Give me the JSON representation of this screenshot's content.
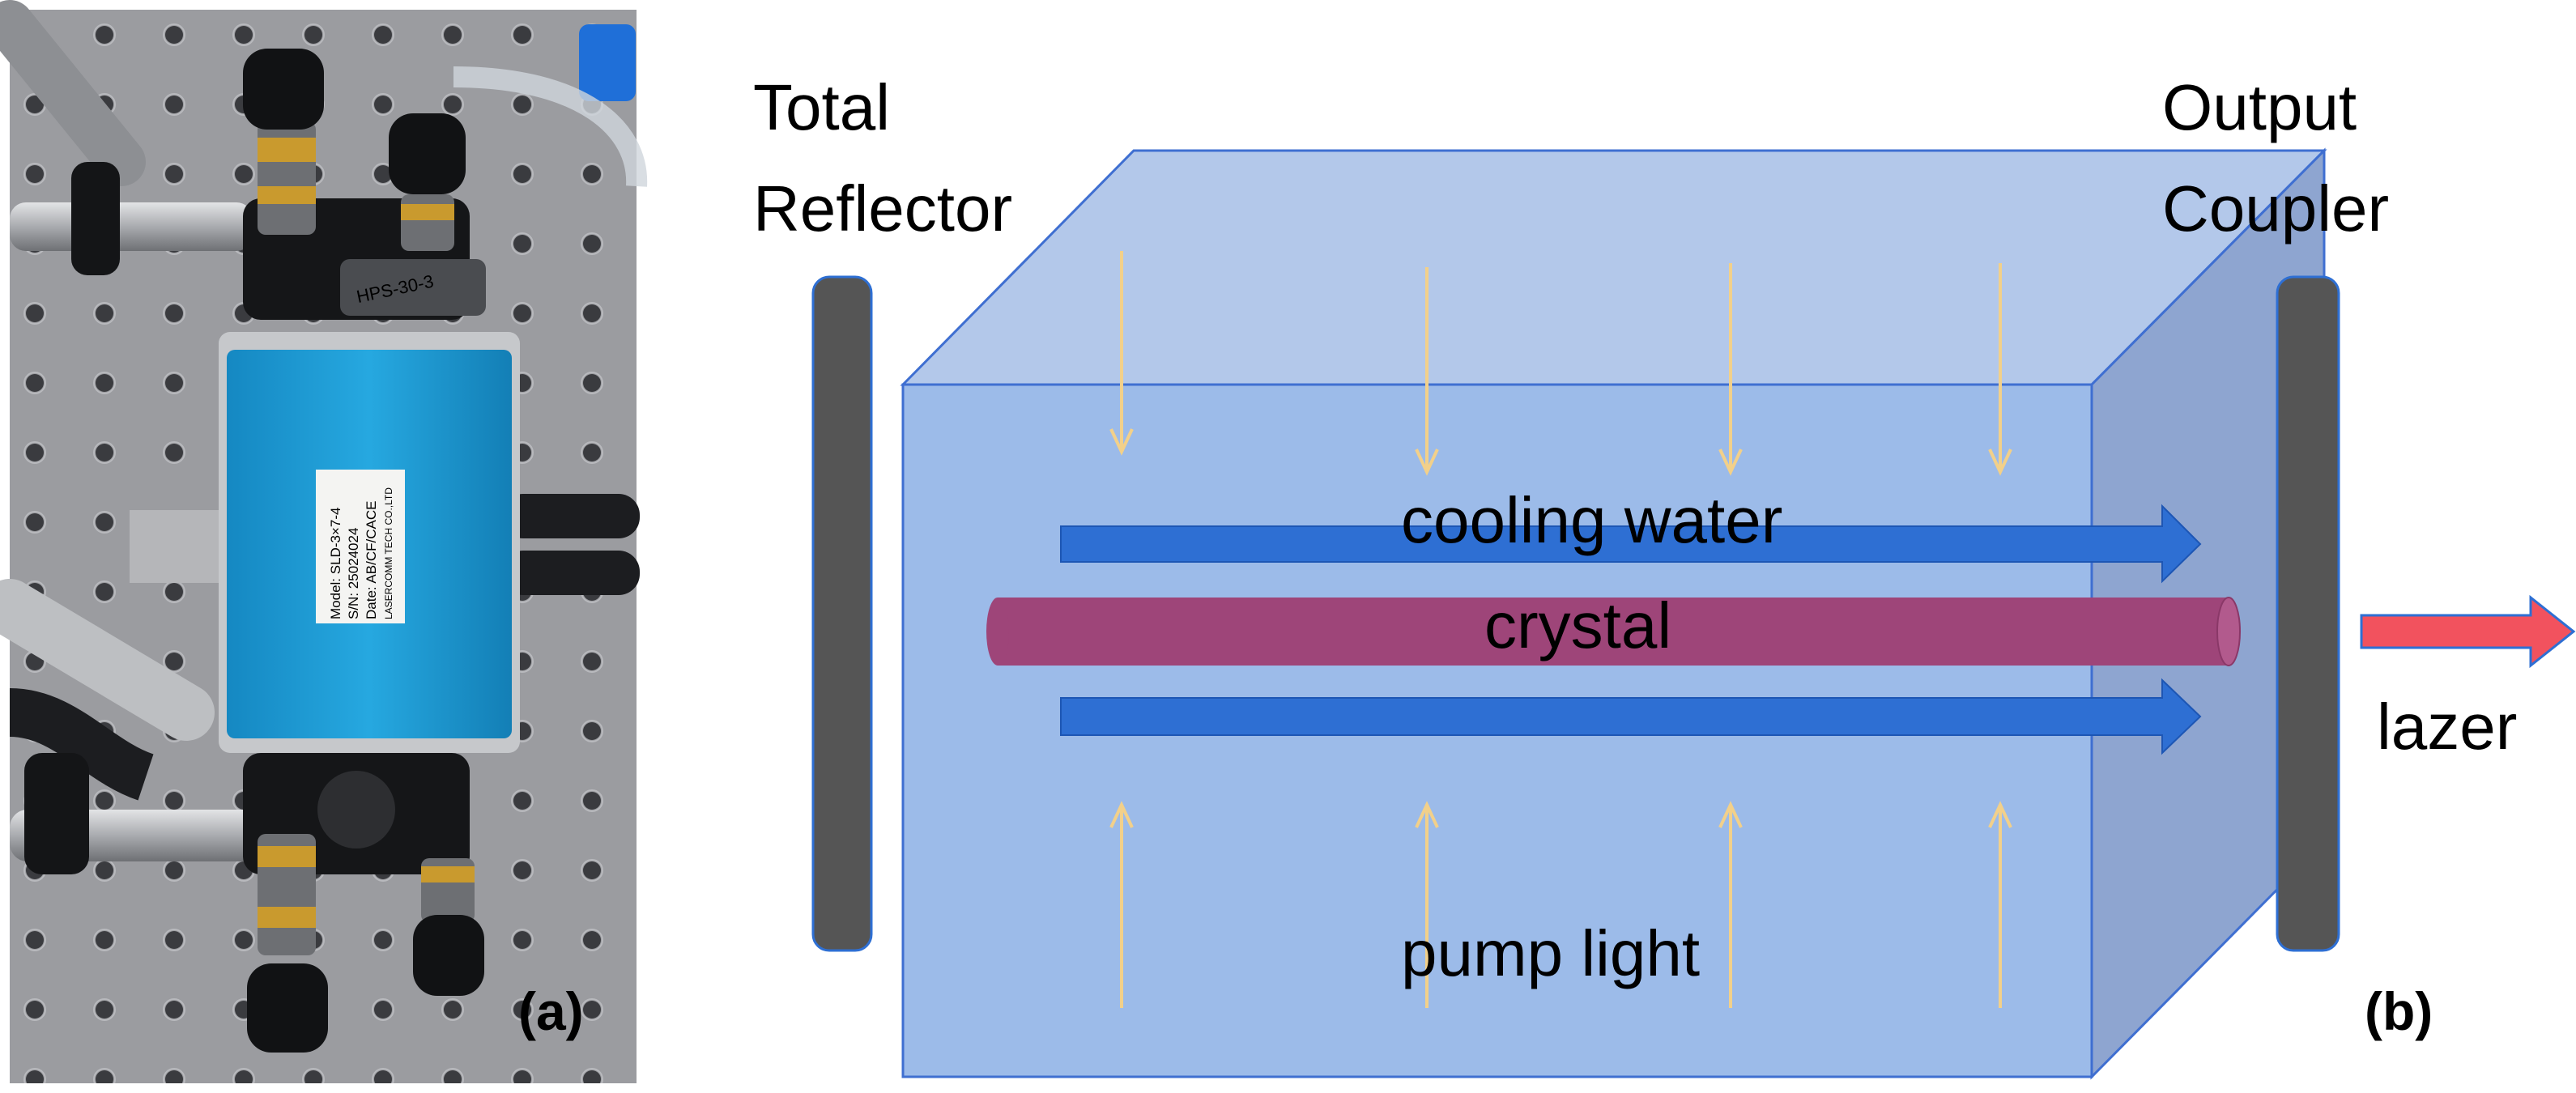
{
  "panel_a": {
    "panel_label": "(a)",
    "device_label": {
      "model": "Model: SLD-3×7-4",
      "serial": "S/N: 25024024",
      "date": "Date: AB/CF/CACE",
      "maker": "LASERCOMM TECH CO.,LTD",
      "mount_marking": "HPS-30-3"
    }
  },
  "panel_b": {
    "panel_label": "(b)",
    "total_reflector_line1": "Total",
    "total_reflector_line2": "Reflector",
    "output_coupler_line1": "Output",
    "output_coupler_line2": "Coupler",
    "cooling_water": "cooling water",
    "crystal": "crystal",
    "pump_light": "pump light",
    "lazer": "lazer"
  },
  "colors": {
    "cube_face": "#9cbbe9",
    "cube_top": "#b3c8ea",
    "cube_side": "#8ea5d0",
    "cube_edge": "#3f6fd1",
    "water_arrow": "#2e6fd3",
    "crystal_rod": "#9e4579",
    "mirror": "#555555",
    "mirror_rim": "#2e6fd3",
    "pump_arrow": "#f2d08a",
    "laser_arrow": "#f2525e",
    "device_body": "#1e9fd6"
  }
}
